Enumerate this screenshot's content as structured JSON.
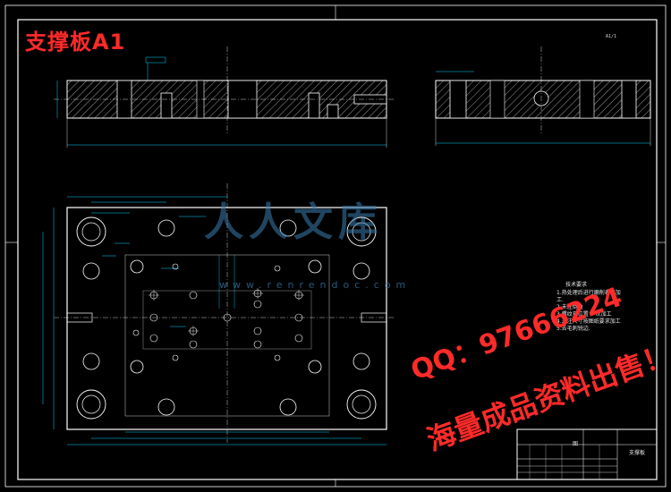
{
  "drawing": {
    "title": "支撑板A1",
    "sheet_ref": "A1/1",
    "part_name": "支撑板",
    "company_cell": "图",
    "tech_requirements": {
      "title": "技术要求",
      "lines": [
        "1.热处理后进行磨削表面加",
        "工.",
        "2.未注倒角",
        "3.螺纹孔位置 一次加工",
        "4.未注尺寸按图纸要求加工",
        "5.去毛刺锐边."
      ]
    }
  },
  "overlay": {
    "watermark": "人人文库",
    "watermark_url": "www.renrendoc.com",
    "qq": "QQ：97666224",
    "promo": "海量成品资料出售！"
  },
  "colors": {
    "background": "#000000",
    "line": "#ffffff",
    "dimension": "#00d7ff",
    "title_red": "#ff2a2a",
    "watermark": "#3a7fb0"
  }
}
